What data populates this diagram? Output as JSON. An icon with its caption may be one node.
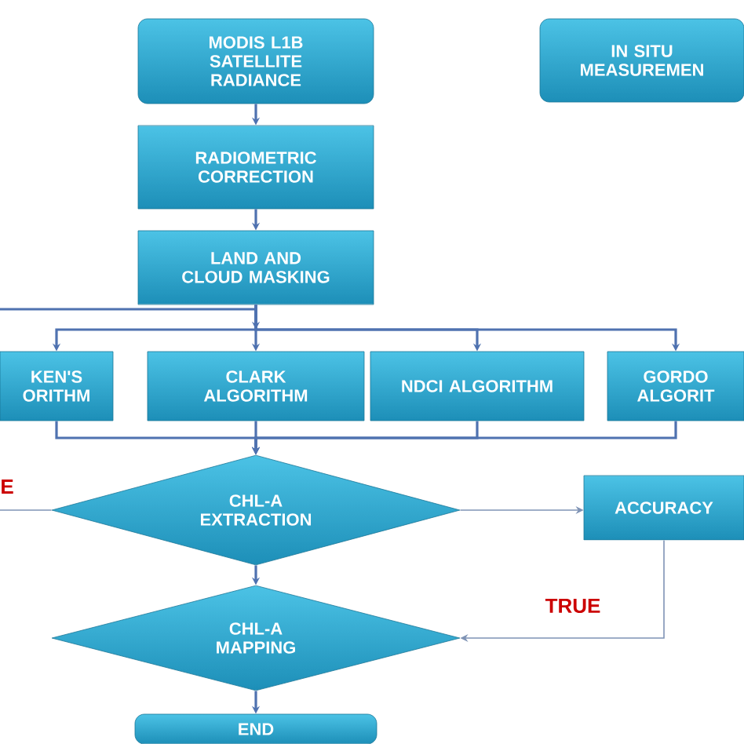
{
  "diagram": {
    "nodes": [
      {
        "text": [
          "MODIS L1B SATELLITE RADIANCE"
        ]
      },
      {
        "text": [
          "IN SITU MEASUREMEN"
        ]
      },
      {
        "text": [
          "RADIOMETRIC CORRECTION"
        ]
      },
      {
        "text": [
          "LAND AND CLOUD MASKING"
        ]
      },
      {
        "text": [
          "KEN'S ORITHM"
        ]
      },
      {
        "text": [
          "CLARK ALGORITHM"
        ]
      },
      {
        "text": [
          "NDCI ALGORITHM"
        ]
      },
      {
        "text": [
          "GORDO ALGORIT"
        ]
      },
      {
        "text": [
          "CHL-A EXTRACTION"
        ]
      },
      {
        "text": [
          "ACCURACY"
        ]
      },
      {
        "text": [
          "CHL-A MAPPING"
        ]
      },
      {
        "text": [
          "END"
        ]
      }
    ],
    "edges": [
      {
        "from": 0,
        "to": 2,
        "arrow": "to"
      },
      {
        "from": 2,
        "to": 3,
        "arrow": "to"
      },
      {
        "from": null,
        "to": 5,
        "arrow": "to"
      },
      {
        "from": 3,
        "to": 4,
        "arrow": "to"
      },
      {
        "from": 3,
        "to": 5,
        "arrow": "to"
      },
      {
        "from": 3,
        "to": 6,
        "arrow": "to"
      },
      {
        "from": 3,
        "to": 7,
        "arrow": "to"
      },
      {
        "from": 4,
        "to": 8,
        "arrow": "to"
      },
      {
        "from": 5,
        "to": 8,
        "arrow": "to"
      },
      {
        "from": 6,
        "to": 8,
        "arrow": "to"
      },
      {
        "from": 7,
        "to": 8,
        "arrow": "to"
      },
      {
        "from": 8,
        "to": 9,
        "arrow": "to",
        "color": "#7f93b5"
      },
      {
        "from": 8,
        "to": null,
        "arrow": "none",
        "color": "#7f93b5"
      },
      {
        "from": 8,
        "to": 10,
        "arrow": "to"
      },
      {
        "from": 9,
        "to": 10,
        "label": "TRUE",
        "arrow": "to",
        "color": "#7f93b5"
      },
      {
        "from": 10,
        "to": 11,
        "arrow": "to"
      }
    ],
    "labels": [
      "E"
    ]
  }
}
